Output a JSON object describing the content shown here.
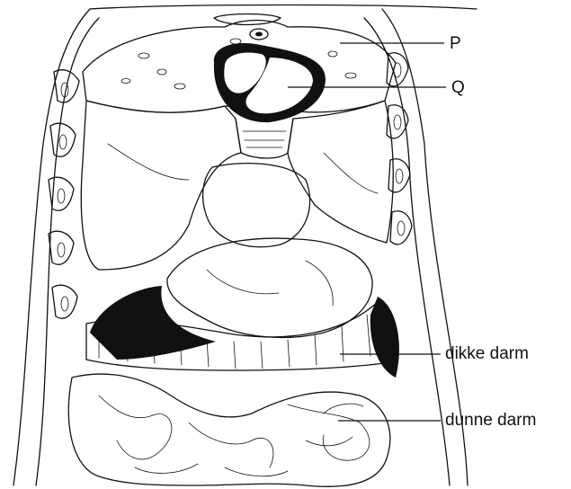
{
  "diagram": {
    "labels": {
      "p": "P",
      "q": "Q",
      "large_intestine": "dikke darm",
      "small_intestine": "dunne darm"
    },
    "colors": {
      "ink": "#111111",
      "paper": "#ffffff",
      "stipple": "#6a6a6a"
    }
  }
}
